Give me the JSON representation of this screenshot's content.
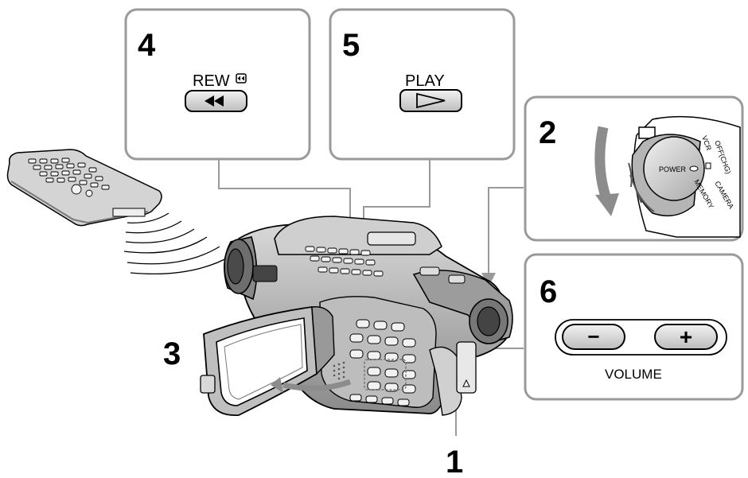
{
  "steps": {
    "step1": "1",
    "step2": "2",
    "step3": "3",
    "step4": "4",
    "step5": "5",
    "step6": "6"
  },
  "panel4": {
    "label": "REW"
  },
  "panel5": {
    "label": "PLAY"
  },
  "panel2": {
    "power": "POWER",
    "off_chg": "OFF(CHG)",
    "vcr": "VCR",
    "memory": "MEMORY",
    "camera": "CAMERA"
  },
  "panel6": {
    "minus": "−",
    "plus": "+",
    "label": "VOLUME"
  },
  "icons": [
    "rewind-icon",
    "play-icon",
    "rotate-arrow-icon",
    "remote-control-icon",
    "camcorder-icon"
  ]
}
